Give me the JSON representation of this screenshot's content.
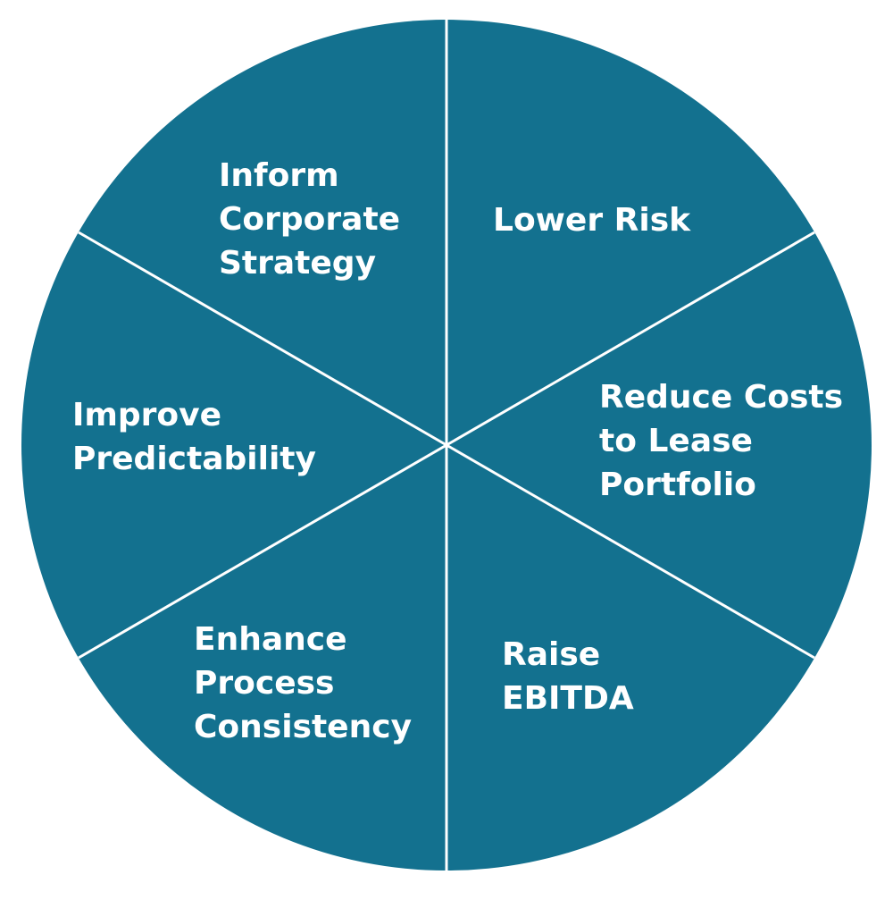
{
  "diagram": {
    "colors": {
      "segment_fill": "#13718f",
      "divider": "#ffffff",
      "label_text": "#ffffff"
    },
    "segments": [
      {
        "id": "lower-risk",
        "lines": [
          "Lower Risk"
        ]
      },
      {
        "id": "reduce-costs",
        "lines": [
          "Reduce Costs",
          "to Lease",
          "Portfolio"
        ]
      },
      {
        "id": "raise-ebitda",
        "lines": [
          "Raise",
          "EBITDA"
        ]
      },
      {
        "id": "enhance-process",
        "lines": [
          "Enhance",
          "Process",
          "Consistency"
        ]
      },
      {
        "id": "improve-predictability",
        "lines": [
          "Improve",
          "Predictability"
        ]
      },
      {
        "id": "inform-strategy",
        "lines": [
          "Inform",
          "Corporate",
          "Strategy"
        ]
      }
    ]
  }
}
